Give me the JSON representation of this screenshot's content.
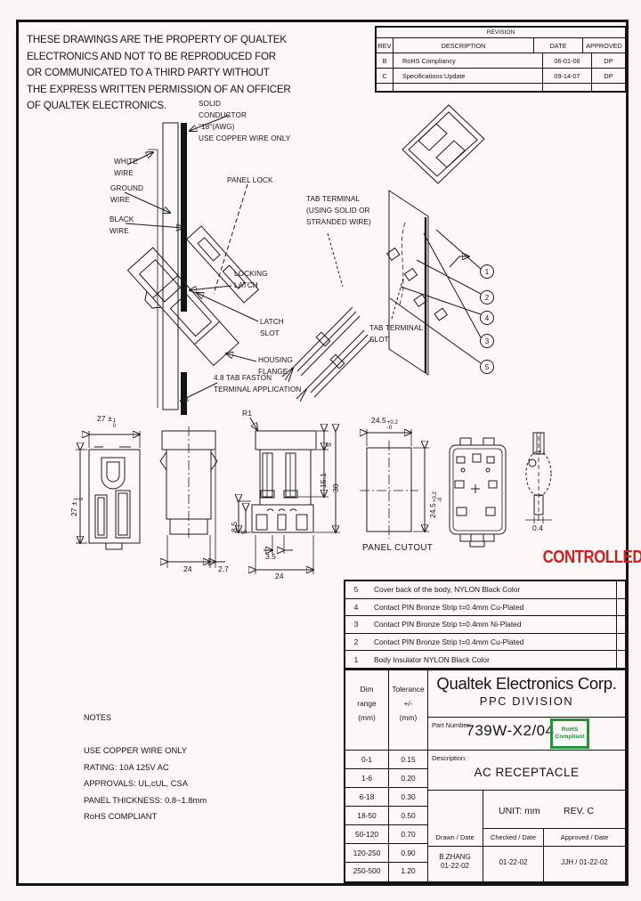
{
  "colors": {
    "stamp_red": "#d51d1d",
    "rohs_green": "#229636",
    "line": "#141414",
    "sheet_bg": "#fbf4f4"
  },
  "property_notice": {
    "lines": [
      "THESE DRAWINGS ARE THE PROPERTY OF QUALTEK",
      "ELECTRONICS AND NOT TO BE REPRODUCED FOR",
      "OR COMMUNICATED TO A THIRD PARTY WITHOUT",
      "THE EXPRESS WRITTEN PERMISSION OF AN OFFICER",
      "OF QUALTEK ELECTRONICS."
    ]
  },
  "revision_table": {
    "title": "REVISION",
    "headers": [
      "REV",
      "DESCRIPTION",
      "DATE",
      "APPROVED"
    ],
    "rows": [
      {
        "rev": "B",
        "description": "RoHS Compliancy",
        "date": "06-01-06",
        "approved": "DP"
      },
      {
        "rev": "C",
        "description": "Specifications Update",
        "date": "09-14-07",
        "approved": "DP"
      }
    ]
  },
  "callouts": {
    "solid_conductor": {
      "lines": [
        "SOLID",
        "CONDUCTOR",
        "\"18\"(AWG)",
        "USE COPPER WIRE ONLY"
      ]
    },
    "white_wire": {
      "lines": [
        "WHITE",
        "WIRE"
      ]
    },
    "ground_wire": {
      "lines": [
        "GROUND",
        "WIRE"
      ]
    },
    "black_wire": {
      "lines": [
        "BLACK",
        "WIRE"
      ]
    },
    "panel_lock": {
      "lines": [
        "PANEL LOCK"
      ]
    },
    "locking_latch": {
      "lines": [
        "LOCKING",
        "LATCH"
      ]
    },
    "latch_slot": {
      "lines": [
        "LATCH",
        "SLOT"
      ]
    },
    "housing_flange": {
      "lines": [
        "HOUSING",
        "FLANGE"
      ]
    },
    "faston_terminal": {
      "lines": [
        "4.8 TAB FASTON",
        "TERMINAL APPLICATION"
      ]
    },
    "tab_terminal": {
      "lines": [
        "TAB TERMINAL",
        "(USING SOLID OR",
        "STRANDED WIRE)"
      ]
    },
    "tab_terminal_slot": {
      "lines": [
        "TAB TERMINAL",
        "SLOT"
      ]
    }
  },
  "balloons": [
    "1",
    "2",
    "4",
    "3",
    "5"
  ],
  "dims": {
    "front_width": {
      "value": "27 ±",
      "sup": "1",
      "sub": "0"
    },
    "front_height": {
      "value": "27 ±",
      "sup": "1",
      "sub": "0"
    },
    "side_width": "24",
    "side_flange": "2.7",
    "rear_radius": "R1",
    "rear_top": "5",
    "rear_pin_len": "15.1",
    "rear_height": "30",
    "rear_back_depth": "8.5",
    "rear_back_inner": "5",
    "pin_pitch": "3.5",
    "rear_width": "24",
    "cutout_width": {
      "value": "24.5",
      "sup": "+0.2",
      "sub": "-0"
    },
    "cutout_height": {
      "value": "24.5",
      "sup": "+0.2",
      "sub": "-0"
    },
    "profile_thickness": "0.4",
    "panel_cutout_label": "PANEL CUTOUT"
  },
  "stamp": {
    "controlled": "CONTROLLED"
  },
  "parts_table": {
    "rows": [
      {
        "num": "5",
        "desc": "Cover back of the body, NYLON Black Color"
      },
      {
        "num": "4",
        "desc": "Contact PIN Bronze Strip t=0.4mm Cu-Plated"
      },
      {
        "num": "3",
        "desc": "Contact PIN Bronze Strip t=0.4mm Ni-Plated"
      },
      {
        "num": "2",
        "desc": "Contact PIN Bronze Strip t=0.4mm Cu-Plated"
      },
      {
        "num": "1",
        "desc": "Body Insulator NYLON Black Color"
      }
    ]
  },
  "notes": {
    "title": "NOTES",
    "lines": [
      "USE COPPER WIRE ONLY",
      "RATING:  10A 125V AC",
      "APPROVALS: UL,cUL, CSA",
      "PANEL THICKNESS: 0.8~1.8mm",
      "RoHS COMPLIANT"
    ]
  },
  "title_block": {
    "company": "Qualtek Electronics Corp.",
    "division": "PPC  DIVISION",
    "part_number_label": "Part Number:",
    "part_number": "739W-X2/04",
    "rohs_badge": {
      "line1": "RoHS",
      "line2": "Compliant"
    },
    "description_label": "Description:",
    "description": "AC RECEPTACLE",
    "unit": "UNIT: mm",
    "rev": "REV. C",
    "drawn_label": "Drawn / Date",
    "checked_label": "Checked / Date",
    "approved_label": "Approved / Date",
    "drawn_name": "B.ZHANG",
    "drawn_date": "01-22-02",
    "checked_value": "01-22-02",
    "approved_value": "JJH / 01-22-02",
    "tol_header_col1": {
      "lines": [
        "Dim",
        "range",
        "(mm)"
      ]
    },
    "tol_header_col2": {
      "lines": [
        "Tolerance",
        "+/-",
        "(mm)"
      ]
    },
    "tolerance_rows": [
      {
        "range": "0-1",
        "tol": "0.15"
      },
      {
        "range": "1-6",
        "tol": "0.20"
      },
      {
        "range": "6-18",
        "tol": "0.30"
      },
      {
        "range": "18-50",
        "tol": "0.50"
      },
      {
        "range": "50-120",
        "tol": "0.70"
      },
      {
        "range": "120-250",
        "tol": "0.90"
      },
      {
        "range": "250-500",
        "tol": "1.20"
      }
    ]
  }
}
